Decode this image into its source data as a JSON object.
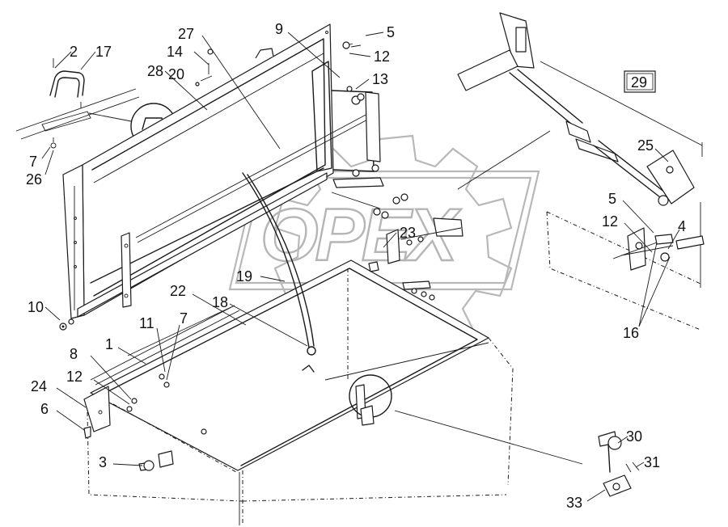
{
  "diagram": {
    "callouts": [
      "1",
      "2",
      "3",
      "4",
      "5",
      "5",
      "6",
      "7",
      "7",
      "8",
      "9",
      "10",
      "11",
      "12",
      "12",
      "12",
      "13",
      "14",
      "16",
      "17",
      "18",
      "19",
      "20",
      "22",
      "23",
      "24",
      "25",
      "26",
      "27",
      "28",
      "29",
      "30",
      "31",
      "33"
    ],
    "boxed_callout": "29"
  },
  "watermark": {
    "text": "OPEX"
  }
}
